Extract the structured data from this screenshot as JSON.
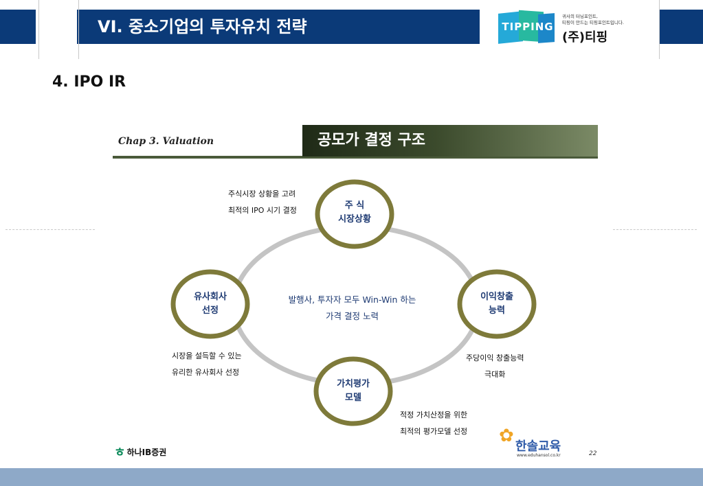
{
  "header": {
    "title": "VI. 중소기업의 투자유치 전략",
    "logo_word": "TIPPING",
    "slogan_line1": "귀사의 터닝포인트,",
    "slogan_line2": "티핑이 만드는 티핑포인트입니다.",
    "company": "(주)티핑",
    "colors": {
      "band": "#0b3a78",
      "logo_blue": "#25a9d8",
      "logo_teal": "#28b9a0"
    }
  },
  "section_title": "4. IPO IR",
  "slide": {
    "chap_label": "Chap 3. Valuation",
    "banner_title": "공모가 결정 구조",
    "nodes": {
      "top": {
        "line1": "주 식",
        "line2": "시장상황"
      },
      "left": {
        "line1": "유사회사",
        "line2": "선정"
      },
      "right": {
        "line1": "이익창출",
        "line2": "능력"
      },
      "bottom": {
        "line1": "가치평가",
        "line2": "모델"
      }
    },
    "center": {
      "line1": "발행사, 투자자 모두 Win-Win 하는",
      "line2": "가격 결정 노력"
    },
    "notes": {
      "top": {
        "line1": "주식시장 상황을 고려",
        "line2": "최적의 IPO 시기 결정"
      },
      "left": {
        "line1": "시장을 설득할 수 있는",
        "line2": "유리한 유사회사 선정"
      },
      "right": {
        "line1": "주당이익 창출능력",
        "line2": "극대화"
      },
      "bottom": {
        "line1": "적정 가치산정을 위한",
        "line2": "최적의 평가모델 선정"
      }
    },
    "colors": {
      "ring": "#c4c4c4",
      "node_border": "#7e7a3a",
      "node_text": "#1f3b73"
    }
  },
  "footer": {
    "hana_logo": "하나IB증권",
    "hansol_logo": "한솔교육",
    "hansol_url": "www.eduhansol.co.kr",
    "page_number": "22"
  }
}
